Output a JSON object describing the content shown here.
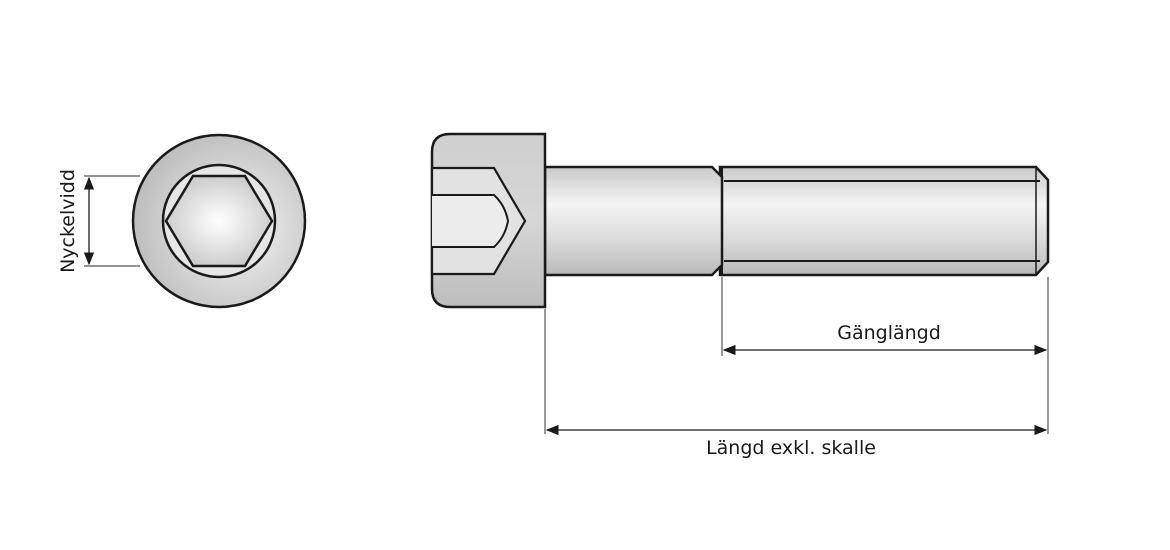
{
  "labels": {
    "wrench_size": "Nyckelvidd",
    "thread_length": "Gänglängd",
    "length_excl_head": "Längd exkl. skalle"
  },
  "colors": {
    "outline": "#1a1a1a",
    "metal_light": "#f2f2f2",
    "metal_mid": "#d4d4d4",
    "metal_dark": "#b8b8b8",
    "dimension_line": "#555555"
  }
}
